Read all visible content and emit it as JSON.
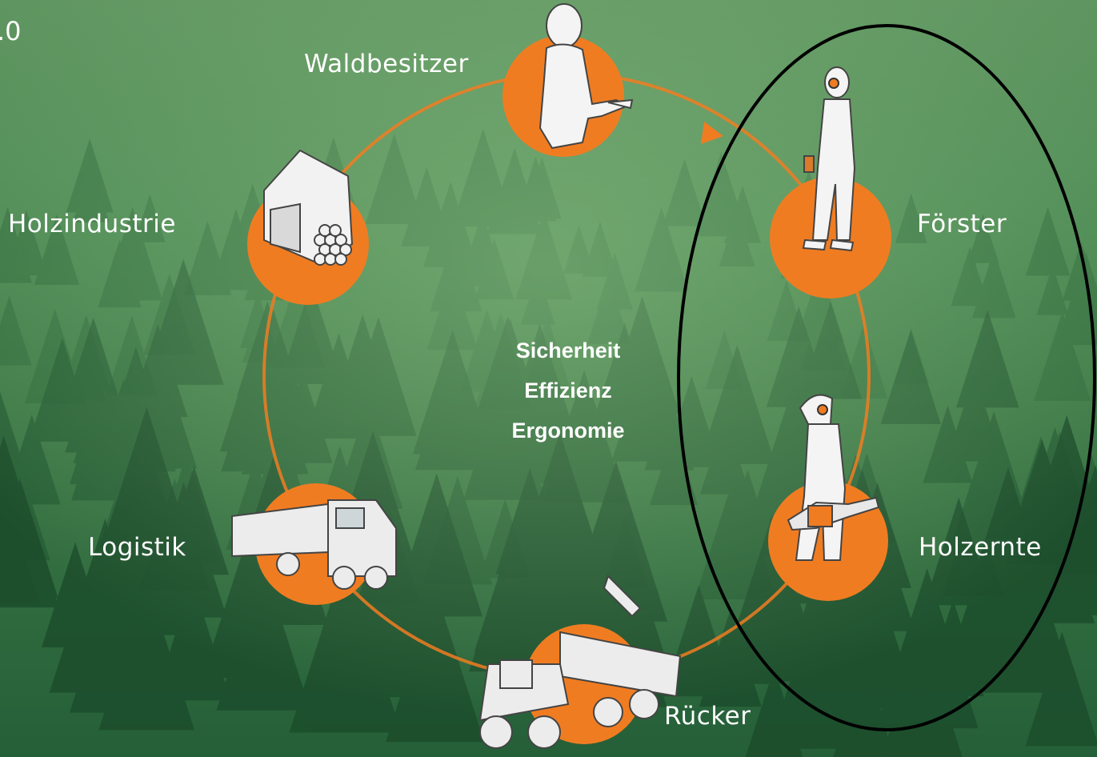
{
  "corner_text": ".0",
  "nodes": {
    "waldbesitzer": "Waldbesitzer",
    "foerster": "Förster",
    "holzernte": "Holzernte",
    "ruecker": "Rücker",
    "logistik": "Logistik",
    "holzindustrie": "Holzindustrie"
  },
  "center": {
    "line1": "Sicherheit",
    "line2": "Effizienz",
    "line3": "Ergonomie"
  },
  "colors": {
    "accent_orange": "#f07c22",
    "highlight_ellipse": "#000000",
    "forest_green": "#3f7a48",
    "text": "#ffffff"
  },
  "icons": {
    "waldbesitzer": "seated-woman-icon",
    "foerster": "forester-with-headset-icon",
    "holzernte": "chainsaw-worker-icon",
    "ruecker": "forwarder-machine-icon",
    "logistik": "timber-truck-icon",
    "holzindustrie": "sawmill-building-icon"
  }
}
